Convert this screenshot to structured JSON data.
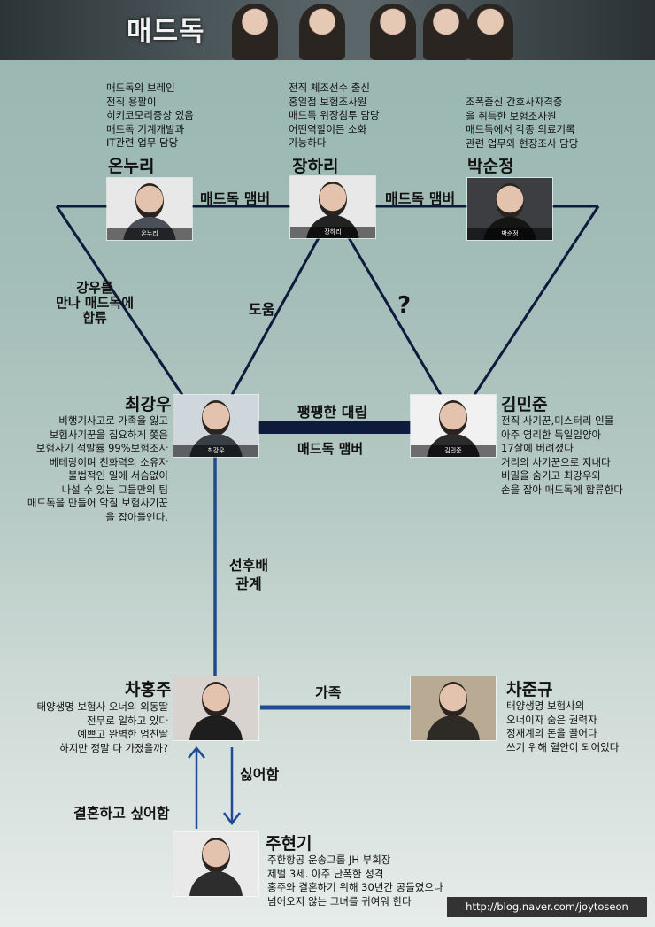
{
  "banner": {
    "title": "매드독"
  },
  "characters": {
    "onnuri": {
      "name": "온누리",
      "caption": "온누리",
      "desc": [
        "매드독의 브레인",
        "전직 용팔이",
        "히키코모리증상 있음",
        "매드독 기계개발과",
        "IT관련 업무 담당"
      ]
    },
    "jangari": {
      "name": "장하리",
      "caption": "장하리",
      "desc": [
        "전직 체조선수 출신",
        "홍일점 보험조사원",
        "매드독 위장침투 담당",
        "어떤역할이든 소화",
        "가능하다"
      ]
    },
    "parksunjeong": {
      "name": "박순정",
      "caption": "박순정",
      "desc": [
        "조폭출신 간호사자격증",
        "을 취득한 보험조사원",
        "매드독에서 각종 의료기록",
        "관련 업무와 현장조사 담당"
      ]
    },
    "choekangwoo": {
      "name": "최강우",
      "caption": "최강우",
      "desc": [
        "비행기사고로 가족을 잃고",
        "보험사기꾼을 집요하게 쫒음",
        "보험사기 적발률 99%보험조사",
        "베테랑이며 친화력의 소유자",
        "불법적인 일에 서슴없이",
        "나설 수 있는 그들만의 팀",
        "매드독을 만들어 악질 보험사기꾼",
        "을 잡아들인다."
      ]
    },
    "kimminjun": {
      "name": "김민준",
      "caption": "김민준",
      "desc": [
        "전직 사기꾼,미스터리 인물",
        "아주 영리한 독일입양아",
        "17살에 버려졌다",
        "거리의 사기꾼으로 지내다",
        "비밀을 숨기고 최강우와",
        "손을 잡아 매드독에 합류한다"
      ]
    },
    "chahongju": {
      "name": "차홍주",
      "desc": [
        "태양생명 보험사 오너의 외동딸",
        "전무로 일하고 있다",
        "예쁘고 완벽한 엄친딸",
        "하지만 정말 다 가졌을까?"
      ]
    },
    "chajungyu": {
      "name": "차준규",
      "desc": [
        "태양생명 보험사의",
        "오너이자 숨은 권력자",
        "정재계의 돈을 끌어다",
        "쓰기 위해 혈안이 되어있다"
      ]
    },
    "juhyeongi": {
      "name": "주현기",
      "desc": [
        "주한항공 운송그룹 JH 부회장",
        "제벌 3세. 아주 난폭한 성격",
        "홍주와 결혼하기 위해 30년간 공들였으나",
        "넘어오지 않는 그녀를 귀여워 한다"
      ]
    }
  },
  "relations": {
    "onnuri_jangari": "매드독 맴버",
    "jangari_parksunjeong": "매드독 맴버",
    "onnuri_kangwoo": [
      "강우를",
      "만나 매드독에",
      "합류"
    ],
    "help": "도움",
    "question": "?",
    "rivalry": "팽팽한 대립",
    "member": "매드독 맴버",
    "seniority": [
      "선후배",
      "관계"
    ],
    "family": "가족",
    "dislike": "싫어함",
    "wantmarry": "결혼하고 싶어함"
  },
  "watermark": "http://blog.naver.com/joytoseon",
  "colors": {
    "line_dark": "#0e1b3d",
    "line_blue": "#1f4b91"
  }
}
